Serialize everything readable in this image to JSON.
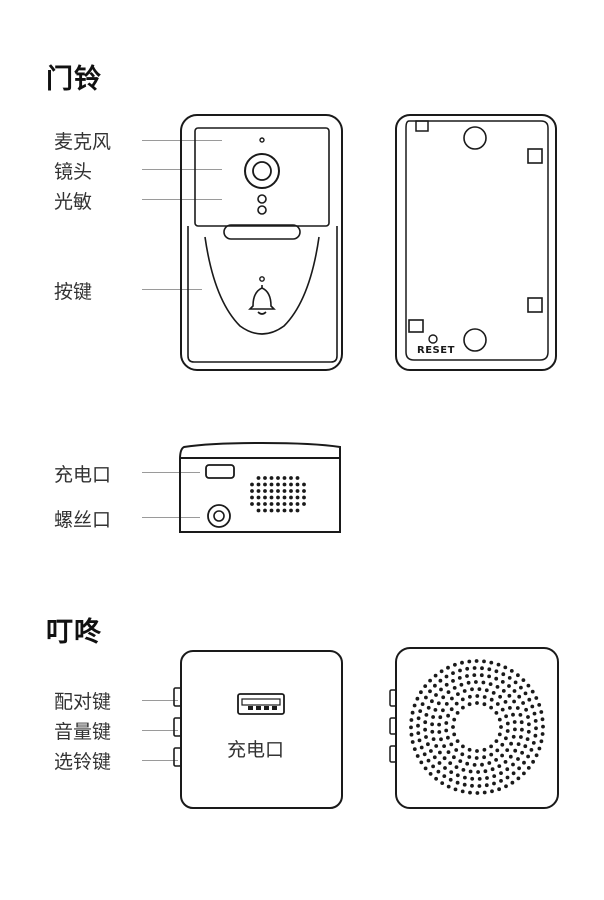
{
  "doorbell_section": {
    "title": "门铃",
    "labels": {
      "microphone": "麦克风",
      "lens": "镜头",
      "light_sensor": "光敏",
      "button": "按键",
      "charging_port": "充电口",
      "screw_hole": "螺丝口"
    },
    "reset_text": "RESET"
  },
  "chime_section": {
    "title": "叮咚",
    "labels": {
      "pair_button": "配对键",
      "volume_button": "音量键",
      "ring_select_button": "选铃键"
    },
    "port_text": "充电口"
  }
}
